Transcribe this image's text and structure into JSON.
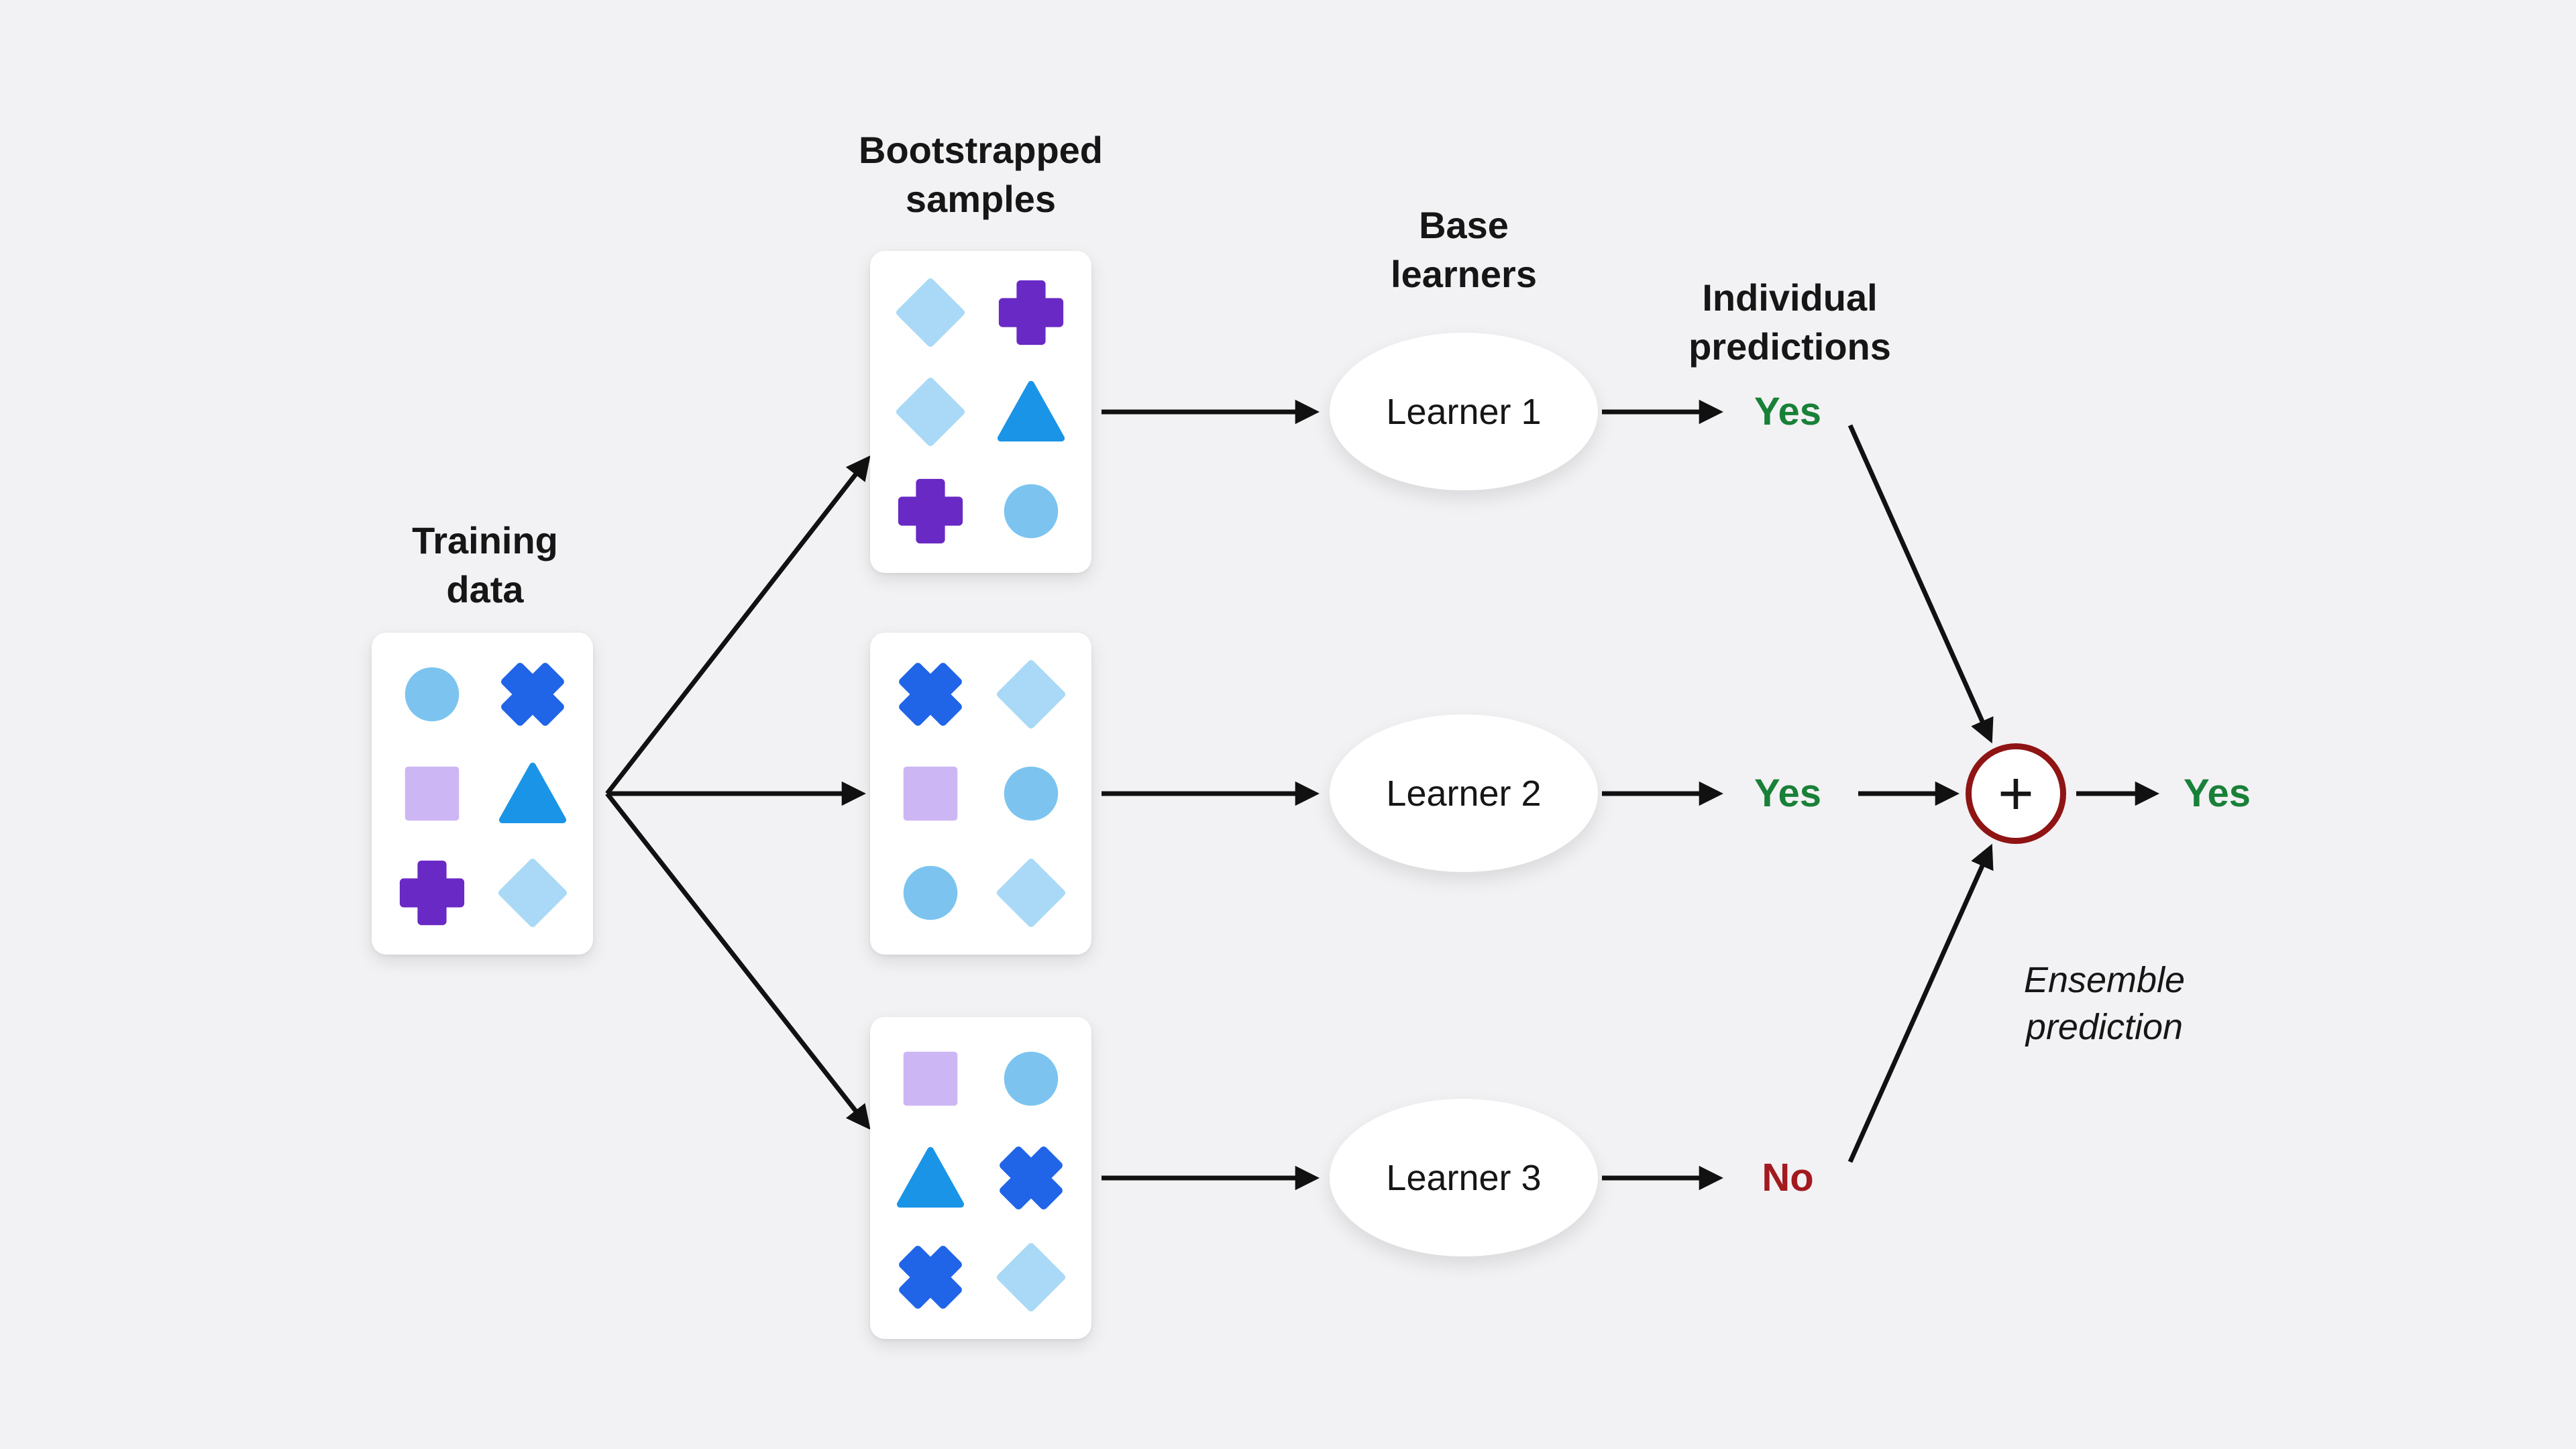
{
  "palette": {
    "background": "#f2f1f3",
    "arrow": "#111111",
    "plus_circle_border": "#8f1414",
    "yes_color": "#198038",
    "no_color": "#a2191f",
    "shape_colors": {
      "circle": "#7cc4ef",
      "x": "#2064e8",
      "square": "#cdb6f4",
      "triangle": "#1a94e6",
      "plus": "#6929c4",
      "diamond": "#a9d9f6"
    }
  },
  "labels": {
    "training_data": "Training\ndata",
    "bootstrapped_samples": "Bootstrapped\nsamples",
    "base_learners": "Base\nlearners",
    "individual_predictions": "Individual\npredictions",
    "ensemble_prediction": "Ensemble\nprediction",
    "aggregator_symbol": "+"
  },
  "cards": {
    "training": [
      "circle",
      "x",
      "square",
      "triangle",
      "plus",
      "diamond"
    ],
    "samples": [
      [
        "diamond",
        "plus",
        "diamond",
        "triangle",
        "plus",
        "circle"
      ],
      [
        "x",
        "diamond",
        "square",
        "circle",
        "circle",
        "diamond"
      ],
      [
        "square",
        "circle",
        "triangle",
        "x",
        "x",
        "diamond"
      ]
    ]
  },
  "learners": [
    {
      "label": "Learner 1",
      "prediction": "Yes",
      "prediction_color": "#198038"
    },
    {
      "label": "Learner 2",
      "prediction": "Yes",
      "prediction_color": "#198038"
    },
    {
      "label": "Learner 3",
      "prediction": "No",
      "prediction_color": "#a2191f"
    }
  ],
  "ensemble": {
    "final_prediction": "Yes",
    "final_color": "#198038"
  }
}
